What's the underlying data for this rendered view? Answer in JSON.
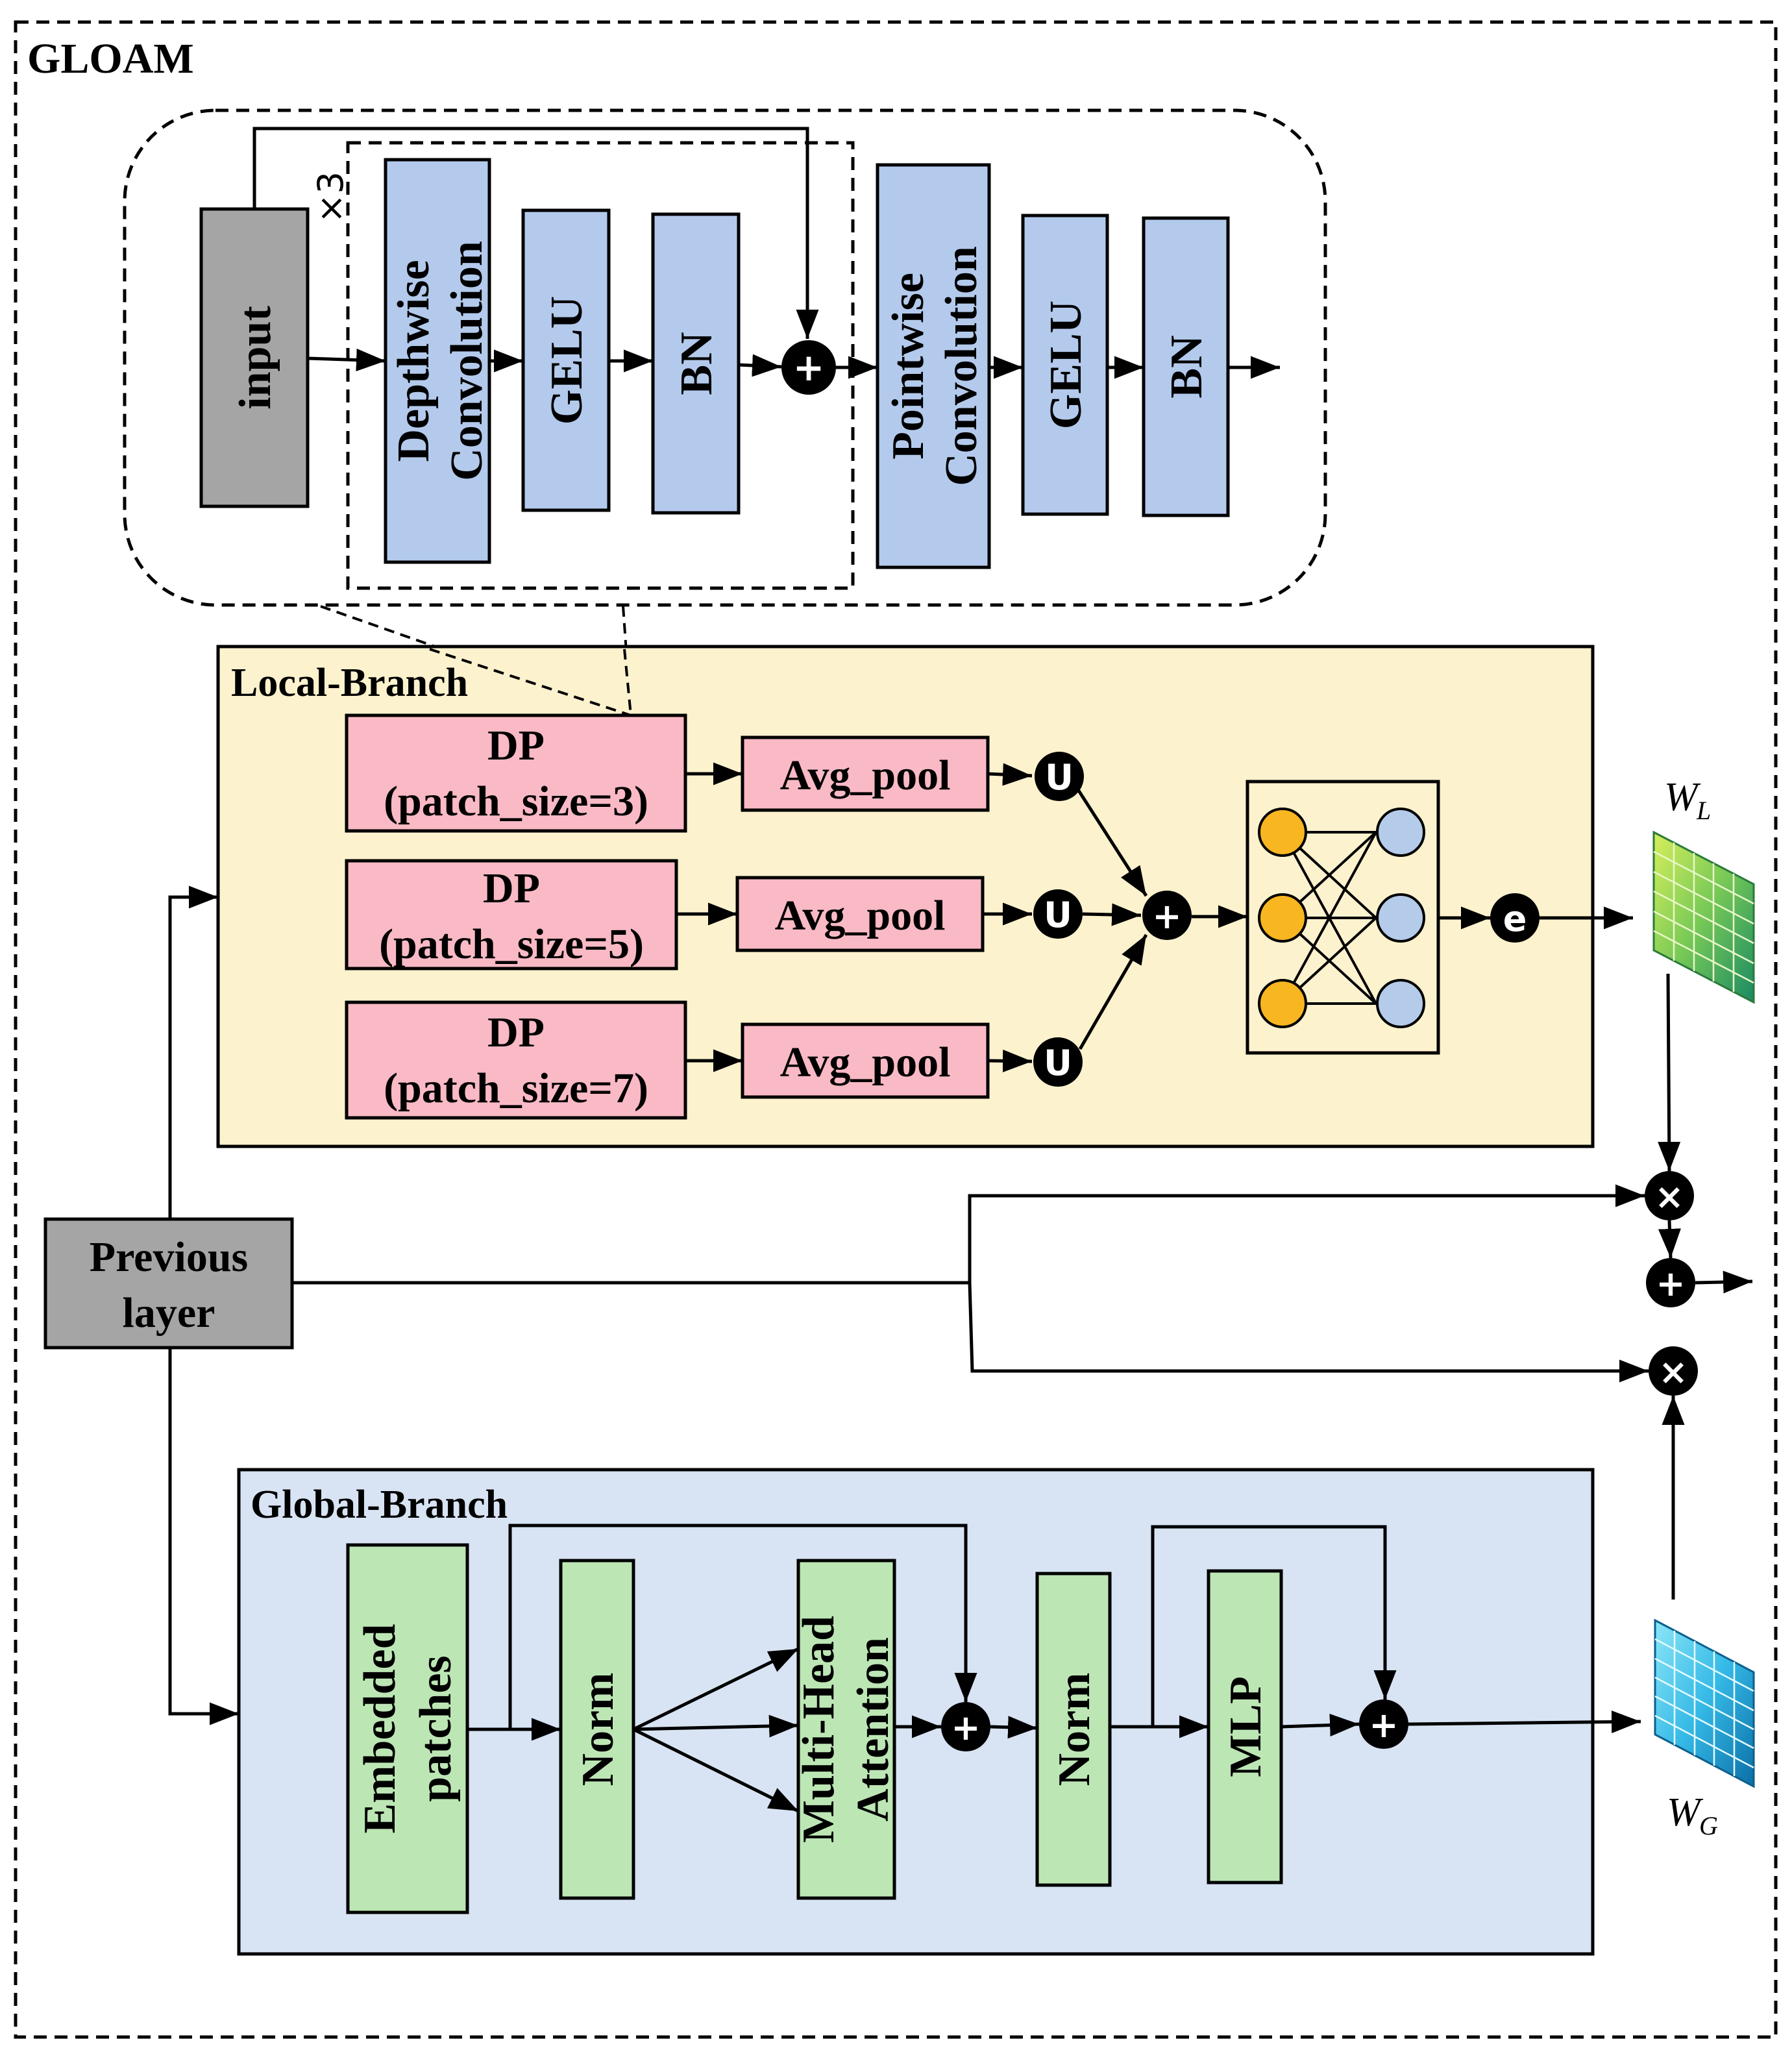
{
  "title": "GLOAM",
  "module_block": {
    "input": "input",
    "repeat": "×3",
    "depthwise_conv": [
      "Depthwise",
      "Convolution"
    ],
    "gelu_1": "GELU",
    "bn_1": "BN",
    "pointwise_conv": [
      "Pointwise",
      "Convolution"
    ],
    "gelu_2": "GELU",
    "bn_2": "BN"
  },
  "local_branch": {
    "label": "Local-Branch",
    "dp_blocks": [
      {
        "name": "DP",
        "param": "(patch_size=3)"
      },
      {
        "name": "DP",
        "param": "(patch_size=5)"
      },
      {
        "name": "DP",
        "param": "(patch_size=7)"
      }
    ],
    "pool_label": "Avg_pool",
    "upsample_symbol": "U",
    "exp_symbol": "e"
  },
  "previous_layer": [
    "Previous",
    "layer"
  ],
  "global_branch": {
    "label": "Global-Branch",
    "embedded": [
      "Embedded",
      "patches"
    ],
    "norm_1": "Norm",
    "mha": [
      "Multi-Head",
      "Attention"
    ],
    "norm_2": "Norm",
    "mlp": "MLP"
  },
  "weights": {
    "local": {
      "symbol": "W",
      "subscript": "L"
    },
    "global": {
      "symbol": "W",
      "subscript": "G"
    }
  },
  "operators": {
    "add": "+",
    "multiply": "×"
  },
  "colors": {
    "conv_blue": "#b3caec",
    "input_gray": "#a5a5a5",
    "local_bg": "#fdf2ce",
    "dp_pink": "#f9b9c5",
    "global_bg": "#d8e3f3",
    "green_block": "#bde6b5",
    "node_orange": "#f8b621",
    "node_blue": "#b4cbea",
    "local_weight_green": "#3aa96a",
    "global_weight_cyan": "#2aa7d8"
  }
}
